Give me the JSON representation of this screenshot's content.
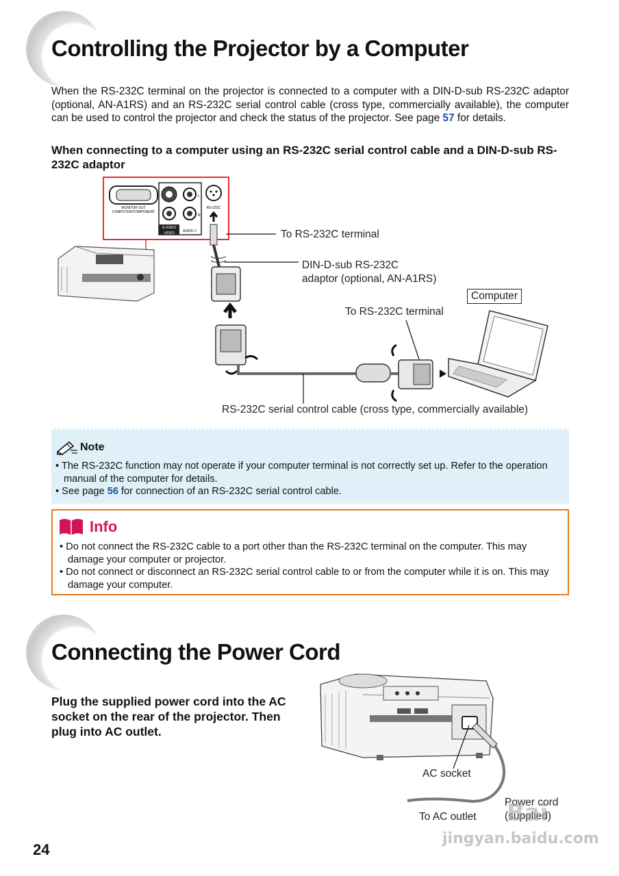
{
  "section1": {
    "title": "Controlling the Projector by a Computer",
    "intro_before_link": "When the RS-232C terminal on the projector is connected to a computer with a DIN-D-sub RS-232C adaptor (optional, AN-A1RS) and an RS-232C serial control cable (cross type, commercially available), the computer can be used to control the projector and check the status of the projector. See page ",
    "intro_link": "57",
    "intro_after_link": " for details.",
    "subheading": "When connecting to a computer using an RS-232C serial control cable and a DIN-D-sub RS-232C adaptor"
  },
  "diagram1": {
    "panel_labels": {
      "monitor_out": "MONITOR OUT",
      "computer_component": "COMPUTER/COMPONENT",
      "s_video": "S-VIDEO",
      "video": "VIDEO",
      "audio2": "AUDIO 2",
      "rs232c": "RS-232C",
      "l": "L",
      "r": "R"
    },
    "label_to_terminal_1": "To RS-232C terminal",
    "label_adaptor_line1": "DIN-D-sub RS-232C",
    "label_adaptor_line2": "adaptor (optional, AN-A1RS)",
    "label_computer": "Computer",
    "label_to_terminal_2": "To RS-232C terminal",
    "label_cable": "RS-232C serial control cable (cross type, commercially available)"
  },
  "note": {
    "title": "Note",
    "item1": "• The RS-232C function may not operate if your computer terminal is not correctly set up. Refer to the operation manual of the computer for details.",
    "item2_before": "• See page ",
    "item2_link": "56",
    "item2_after": " for connection of an RS-232C serial control cable."
  },
  "info": {
    "title": "Info",
    "item1": "• Do not connect the RS-232C cable to a port other than the RS-232C terminal on the computer. This may damage your computer or projector.",
    "item2": "• Do not connect or disconnect an RS-232C serial control cable to or from the computer while it is on. This may damage your computer."
  },
  "section2": {
    "title": "Connecting the Power Cord",
    "instruction": "Plug the supplied power cord into the AC socket on the rear of the projector. Then plug into AC outlet."
  },
  "diagram2": {
    "label_ac_socket": "AC socket",
    "label_power_cord_line1": "Power cord",
    "label_power_cord_line2": "(supplied)",
    "label_ac_outlet": "To AC outlet"
  },
  "watermark": {
    "line1": "Bai",
    "line2": "jingyan.baidu.com"
  },
  "page_number": "24",
  "colors": {
    "accent_blue": "#1f4fa0",
    "note_bg": "#dff0f8",
    "info_border": "#e8781e",
    "info_title": "#d4145a",
    "panel_border": "#e03030"
  }
}
